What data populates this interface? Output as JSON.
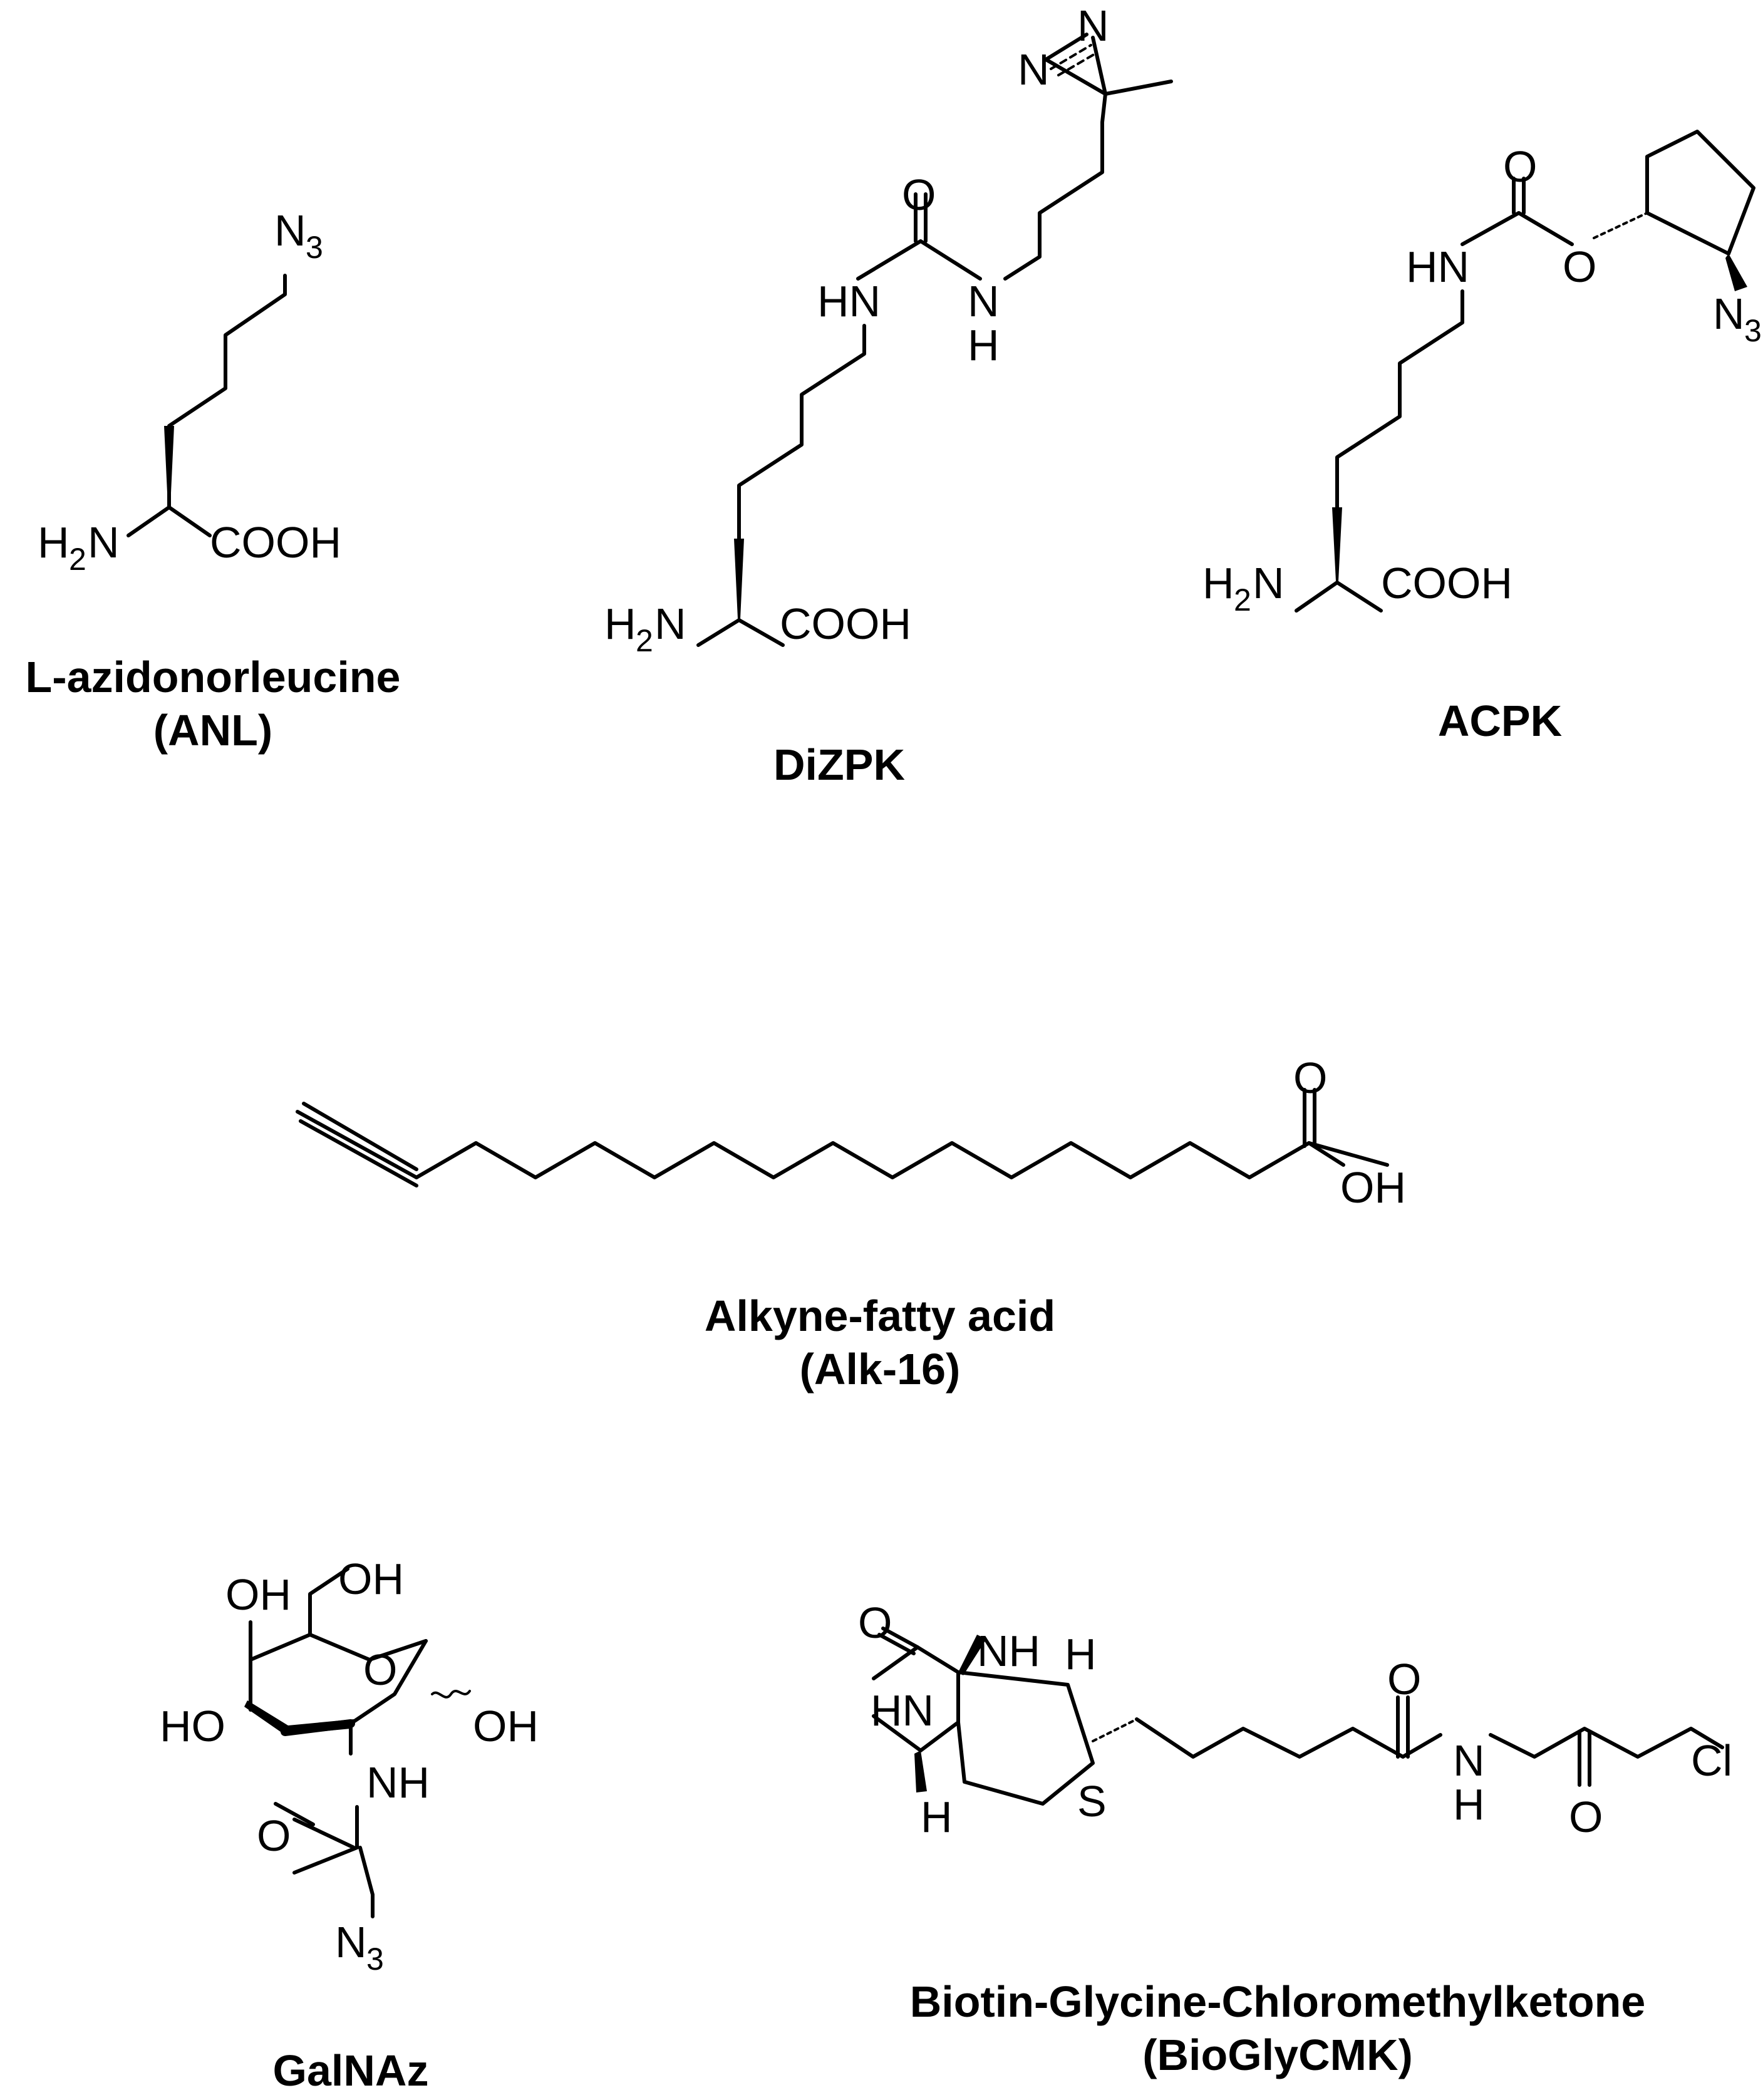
{
  "compounds": [
    {
      "name": "L-azidonorleucine",
      "abbr": "(ANL)"
    },
    {
      "name": "DiZPK"
    },
    {
      "name": "ACPK"
    },
    {
      "name": "Alkyne-fatty acid",
      "abbr": "(Alk-16)"
    },
    {
      "name": "GalNAz"
    },
    {
      "name": "Biotin-Glycine-Chloromethylketone",
      "abbr": "(BioGlyCMK)"
    }
  ],
  "atoms": {
    "n": "N",
    "n3_sub": "3",
    "h2": "H",
    "h2_sub": "2",
    "h": "H",
    "hn": "HN",
    "nh": "NH",
    "o": "O",
    "s": "S",
    "cl": "Cl",
    "oh": "OH",
    "ho": "HO",
    "cooh": "COOH"
  }
}
